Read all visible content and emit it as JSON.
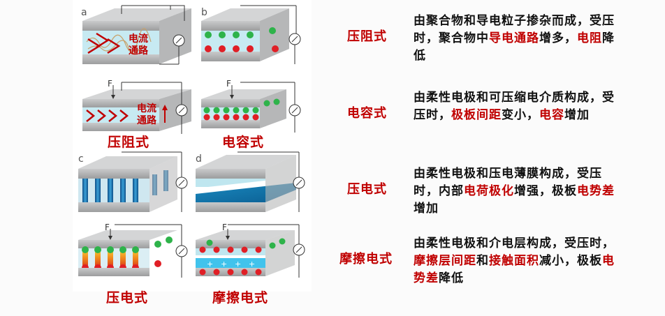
{
  "panels": {
    "a": "a",
    "b": "b",
    "c": "c",
    "d": "d",
    "force": "F",
    "channel_a1": "电流\n通路",
    "channel_a2": "电流\n通路"
  },
  "captions": [
    "压阻式",
    "电容式",
    "压电式",
    "摩擦电式"
  ],
  "rows": [
    {
      "name": "压阻式",
      "desc": [
        {
          "t": "由聚合物和导电粒子掺杂而成，受压时，聚合物中"
        },
        {
          "t": "导电通路",
          "r": true
        },
        {
          "t": "增多，"
        },
        {
          "t": "电阻",
          "r": true
        },
        {
          "t": "降低"
        }
      ]
    },
    {
      "name": "电容式",
      "desc": [
        {
          "t": "由柔性电极和可压缩电介质构成，受压时，"
        },
        {
          "t": "极板间距",
          "r": true
        },
        {
          "t": "变小，"
        },
        {
          "t": "电容",
          "r": true
        },
        {
          "t": "增加"
        }
      ]
    },
    {
      "name": "压电式",
      "desc": [
        {
          "t": "由柔性电极和压电薄膜构成，受压时，内部"
        },
        {
          "t": "电荷极化",
          "r": true
        },
        {
          "t": "增强，极板"
        },
        {
          "t": "电势差",
          "r": true
        },
        {
          "t": "增加"
        }
      ]
    },
    {
      "name": "摩擦电式",
      "desc": [
        {
          "t": "由柔性电极和介电层构成，受压时，"
        },
        {
          "t": "摩擦层间距",
          "r": true
        },
        {
          "t": "和"
        },
        {
          "t": "接触面积",
          "r": true
        },
        {
          "t": "减小，极板"
        },
        {
          "t": "电势差",
          "r": true
        },
        {
          "t": "降低"
        }
      ]
    }
  ],
  "colors": {
    "red": "#c00000",
    "plate": "#a9aaab",
    "dielectric": "#bfe6ef",
    "blue": "#1f6fa8"
  }
}
